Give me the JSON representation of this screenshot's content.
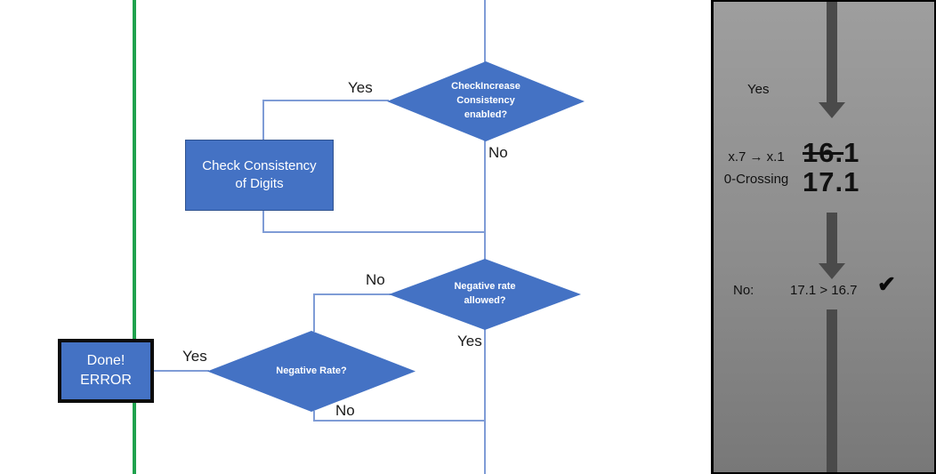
{
  "flowchart": {
    "nodes": {
      "check_increase": {
        "lines": [
          "CheckIncrease",
          "Consistency",
          "enabled?"
        ]
      },
      "check_consistency": {
        "lines": [
          "Check Consistency",
          "of Digits"
        ]
      },
      "negative_rate_allowed": {
        "lines": [
          "Negative rate",
          "allowed?"
        ]
      },
      "negative_rate": {
        "lines": [
          "Negative Rate?"
        ]
      },
      "done_error": {
        "lines": [
          "Done!",
          "ERROR"
        ]
      }
    },
    "labels": {
      "top_yes": "Yes",
      "top_no": "No",
      "mid_no": "No",
      "mid_yes": "Yes",
      "bottom_yes": "Yes",
      "bottom_no": "No"
    },
    "colors": {
      "shape_fill": "#4472C4",
      "shape_border": "#2F528F",
      "connector": "#7F9CD6",
      "green_line": "#1FA24D",
      "done_border": "#0d0d0d"
    }
  },
  "side_panel": {
    "yes_label": "Yes",
    "mapping": {
      "line1": "x.7 → x.1",
      "line2": "0-Crossing"
    },
    "values": {
      "old_struck": "16.",
      "old_rest": "1",
      "new": "17.1"
    },
    "result": {
      "label": "No:",
      "comparison": "17.1 > 16.7",
      "check": "✔"
    },
    "colors": {
      "bg_top": "#9E9E9E",
      "bg_bottom": "#787878",
      "arrow": "#4A4A4A"
    }
  }
}
